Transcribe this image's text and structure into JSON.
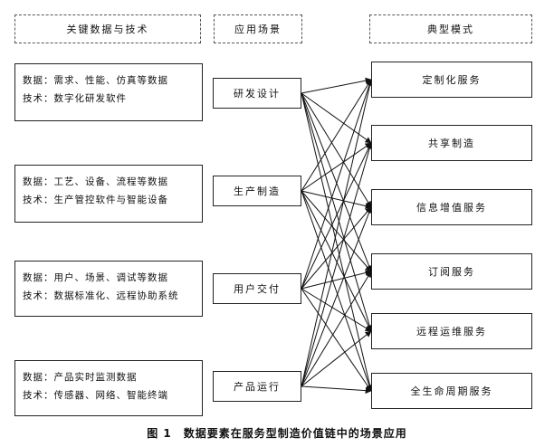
{
  "headers": {
    "left": "关键数据与技术",
    "middle": "应用场景",
    "right": "典型模式"
  },
  "data_tech": [
    {
      "data_line": "数据：需求、性能、仿真等数据",
      "tech_line": "技术：数字化研发软件"
    },
    {
      "data_line": "数据：工艺、设备、流程等数据",
      "tech_line": "技术：生产管控软件与智能设备"
    },
    {
      "data_line": "数据：用户、场景、调试等数据",
      "tech_line": "技术：数据标准化、远程协助系统"
    },
    {
      "data_line": "数据：产品实时监测数据",
      "tech_line": "技术：传感器、网络、智能终端"
    }
  ],
  "scenarios": [
    "研发设计",
    "生产制造",
    "用户交付",
    "产品运行"
  ],
  "modes": [
    "定制化服务",
    "共享制造",
    "信息增值服务",
    "订阅服务",
    "远程运维服务",
    "全生命周期服务"
  ],
  "links": [
    [
      0,
      0
    ],
    [
      0,
      1
    ],
    [
      0,
      2
    ],
    [
      0,
      3
    ],
    [
      0,
      4
    ],
    [
      0,
      5
    ],
    [
      1,
      0
    ],
    [
      1,
      1
    ],
    [
      1,
      2
    ],
    [
      1,
      3
    ],
    [
      1,
      4
    ],
    [
      1,
      5
    ],
    [
      2,
      0
    ],
    [
      2,
      1
    ],
    [
      2,
      2
    ],
    [
      2,
      3
    ],
    [
      2,
      4
    ],
    [
      2,
      5
    ],
    [
      3,
      0
    ],
    [
      3,
      1
    ],
    [
      3,
      2
    ],
    [
      3,
      3
    ],
    [
      3,
      4
    ],
    [
      3,
      5
    ]
  ],
  "caption": "图 1　数据要素在服务型制造价值链中的场景应用"
}
